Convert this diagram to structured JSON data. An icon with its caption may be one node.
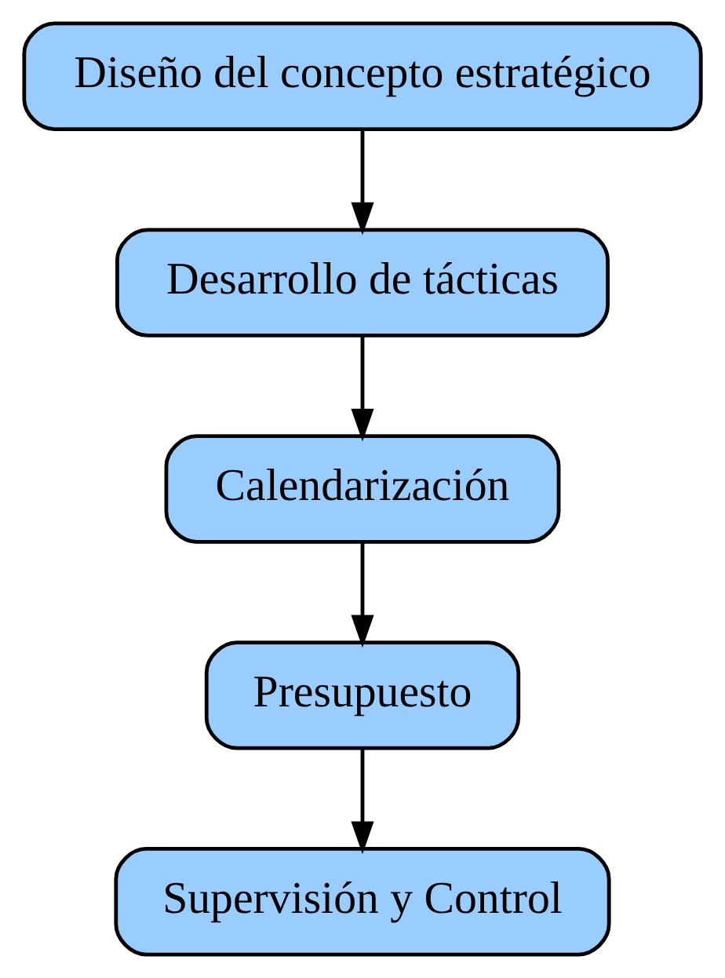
{
  "diagram": {
    "nodes": [
      {
        "text": [
          "Diseño del concepto estratégico"
        ]
      },
      {
        "text": [
          "Desarrollo de tácticas"
        ]
      },
      {
        "text": [
          "Calendarización"
        ]
      },
      {
        "text": [
          "Presupuesto"
        ]
      },
      {
        "text": [
          "Supervisión y Control"
        ]
      }
    ],
    "edges": [
      {
        "from": 0,
        "to": 1,
        "arrow": "to"
      },
      {
        "from": 1,
        "to": 2,
        "arrow": "to"
      },
      {
        "from": 2,
        "to": 3,
        "arrow": "to"
      },
      {
        "from": 3,
        "to": 4,
        "arrow": "to"
      }
    ]
  }
}
